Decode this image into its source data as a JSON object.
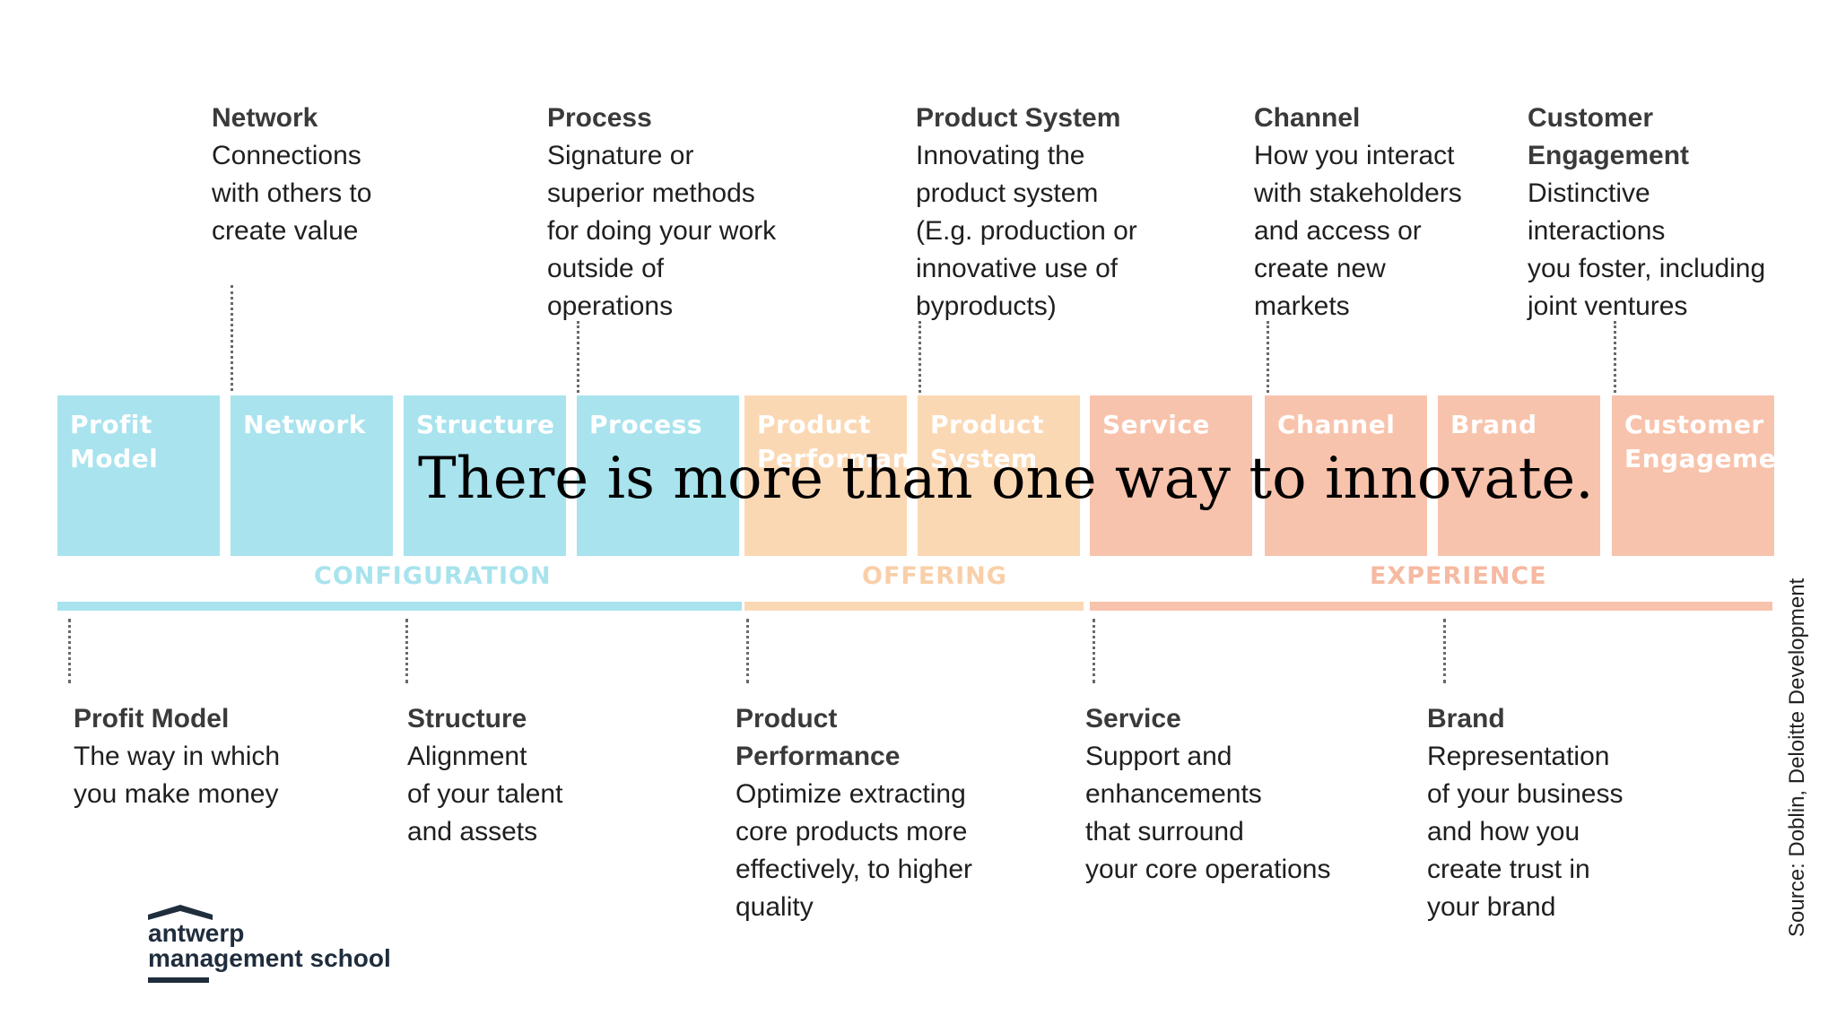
{
  "top_notes": [
    {
      "title": "Network",
      "desc": "Connections\nwith others to\ncreate value"
    },
    {
      "title": "Process",
      "desc": "Signature  or\nsuperior methods\nfor doing your work\noutside of\noperations"
    },
    {
      "title": "Product System",
      "desc": "Innovating the\nproduct system\n(E.g. production or\ninnovative use of\nbyproducts)"
    },
    {
      "title": "Channel",
      "desc": "How you interact\nwith stakeholders\nand access or\ncreate new\nmarkets"
    },
    {
      "title": "Customer\nEngagement",
      "desc": "Distinctive\ninteractions\nyou foster, including\njoint ventures"
    }
  ],
  "boxes": [
    {
      "label": "Profit\nModel",
      "group": "configuration"
    },
    {
      "label": "Network",
      "group": "configuration"
    },
    {
      "label": "Structure",
      "group": "configuration"
    },
    {
      "label": "Process",
      "group": "configuration"
    },
    {
      "label": "Product\nPerformance",
      "group": "offering"
    },
    {
      "label": "Product\nSystem",
      "group": "offering"
    },
    {
      "label": "Service",
      "group": "experience"
    },
    {
      "label": "Channel",
      "group": "experience"
    },
    {
      "label": "Brand",
      "group": "experience"
    },
    {
      "label": "Customer\nEngagement",
      "group": "experience"
    }
  ],
  "categories": {
    "configuration": "CONFIGURATION",
    "offering": "OFFERING",
    "experience": "EXPERIENCE"
  },
  "colors": {
    "configuration_box": "#a8e3ee",
    "configuration_bar": "#a8e3ee",
    "configuration_text": "#a8e3ee",
    "offering_box": "#fbd8b4",
    "offering_bar": "#fbd8b4",
    "offering_text": "#f9cfa8",
    "experience_box": "#f8c3ac",
    "experience_bar": "#f8c3ac",
    "experience_text": "#f6b9a1"
  },
  "bottom_notes": [
    {
      "title": "Profit Model",
      "desc": "The way in which\nyou make money"
    },
    {
      "title": "Structure",
      "desc": "Alignment\nof your talent\nand assets"
    },
    {
      "title": "Product\nPerformance",
      "desc": "Optimize extracting\ncore products more\neffectively, to higher\nquality"
    },
    {
      "title": "Service",
      "desc": "Support and\nenhancements\nthat surround\nyour core operations"
    },
    {
      "title": "Brand",
      "desc": "Representation\nof your business\nand how you\ncreate trust in\nyour brand"
    }
  ],
  "headline": "There is more than one way to innovate.",
  "source": "Source: Doblin, Deloitte Development",
  "logo": {
    "line1": "antwerp",
    "line2": "management school"
  }
}
